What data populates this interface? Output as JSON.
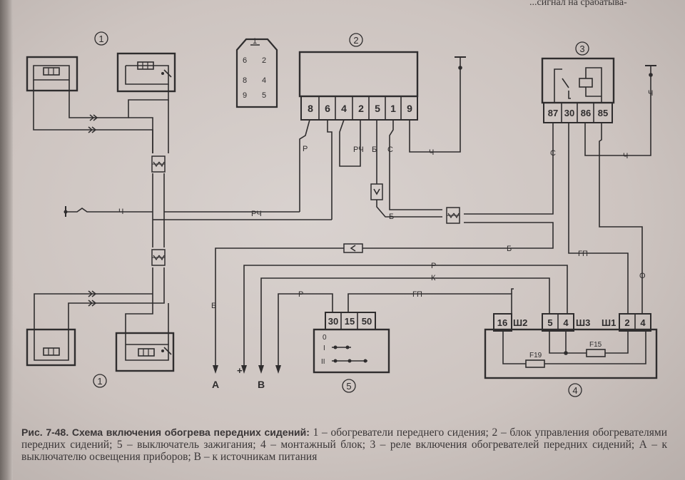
{
  "top_fragment": "...сигнал на срабатыва-",
  "component_numbers": {
    "heaters_top": "1",
    "heaters_bottom": "1",
    "control_unit": "2",
    "relay": "3",
    "mount_block": "4",
    "ignition_switch": "5"
  },
  "connector_view": {
    "pins_left": [
      "6",
      "8",
      "9"
    ],
    "pins_right": [
      "2",
      "4",
      "5"
    ],
    "pin_top": "1"
  },
  "control_unit_pins": [
    "8",
    "6",
    "4",
    "2",
    "5",
    "1",
    "9"
  ],
  "relay_pins": [
    "87",
    "30",
    "86",
    "85"
  ],
  "switch_pins": [
    "30",
    "15",
    "50"
  ],
  "switch_positions": [
    "0",
    "I",
    "II"
  ],
  "mount_block": {
    "left_pin": "16",
    "sh2": "Ш2",
    "mid_pins": [
      "5",
      "4"
    ],
    "sh3": "Ш3",
    "sh1": "Ш1",
    "right_pins": [
      "2",
      "4"
    ],
    "fuse1": "F15",
    "fuse2": "F19"
  },
  "wire_labels": {
    "ch_left": "Ч",
    "rch_main": "РЧ",
    "p_cu": "Р",
    "rch_cu": "РЧ",
    "b_cu": "Б",
    "s_cu": "С",
    "ch_cu": "Ч",
    "b_mid": "Б",
    "s_relay": "С",
    "ch_relay": "Ч",
    "ch_right": "Ч",
    "b_long": "Б",
    "gp_relay": "ГП",
    "o_relay": "О",
    "p_long": "Р",
    "k_long": "К",
    "p_switch": "Р",
    "gp_switch": "ГП",
    "b_vertical": "Б"
  },
  "outputs": {
    "a": "А",
    "b": "В",
    "plus": "+"
  },
  "caption": {
    "title": "Рис. 7-48. Схема включения обогрева передних сидений:",
    "text": "1 – обогреватели переднего сидения; 2 – блок управления обогревателями передних сидений; 5 – выключатель зажигания; 4 – монтажный блок; 3 – реле включения обогревателей передних сидений; А – к выключателю освещения приборов; В – к источникам питания"
  }
}
